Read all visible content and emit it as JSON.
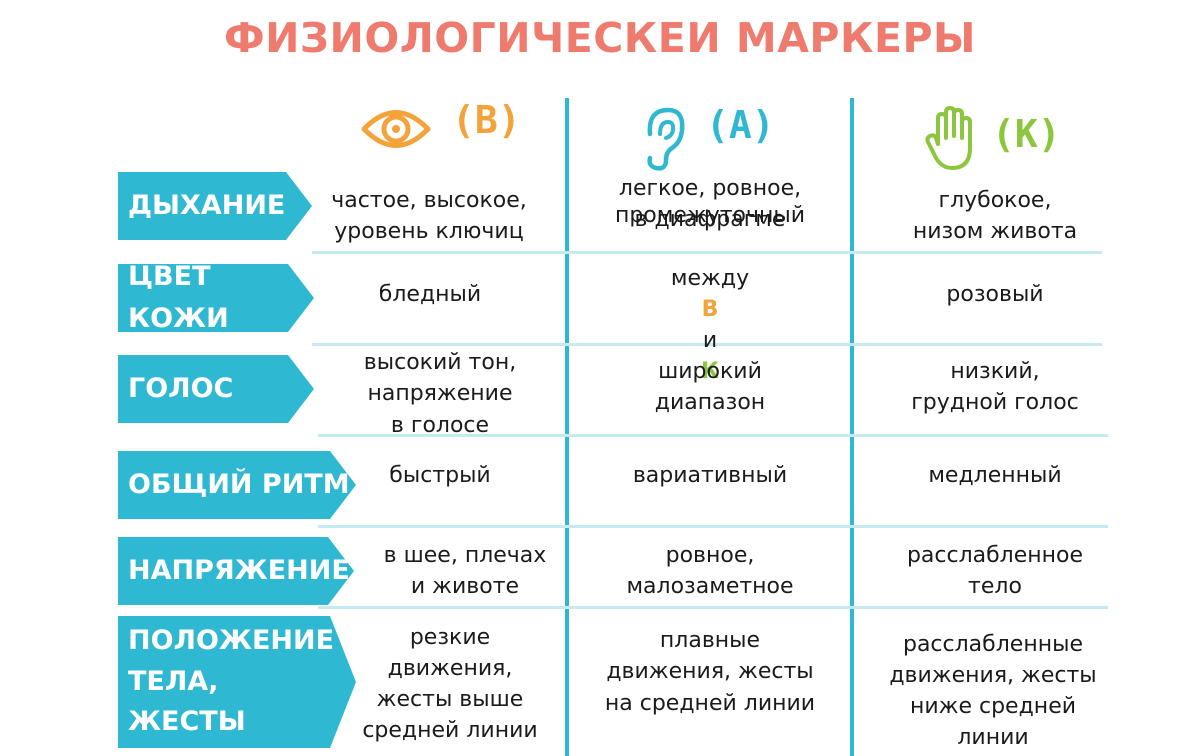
{
  "title": "ФИЗИОЛОГИЧЕСКЕИ МАРКЕРЫ",
  "columns": [
    {
      "letter": "(В)",
      "icon": "eye-icon",
      "color": "#f4a23a"
    },
    {
      "letter": "(А)",
      "icon": "ear-icon",
      "color": "#2fb8d2"
    },
    {
      "letter": "(К)",
      "icon": "hand-icon",
      "color": "#8cc63f"
    }
  ],
  "rows": [
    {
      "label": "ДЫХАНИЕ",
      "v": "частое, высокое,\nуровень ключиц",
      "a": "легкое, ровное,\nв диафрагме",
      "k": "глубокое,\nнизом живота"
    },
    {
      "label": "ЦВЕТ КОЖИ",
      "v": "бледный",
      "a_line1": "промежуточный",
      "a_between": "между",
      "a_v": "В",
      "a_and": "и",
      "a_k": "К",
      "k": "розовый"
    },
    {
      "label": "ГОЛОС",
      "v": "высокий тон,\nнапряжение\nв голосе",
      "a": "широкий\nдиапазон",
      "k": "низкий,\nгрудной голос"
    },
    {
      "label": "ОБЩИЙ РИТМ",
      "v": "быстрый",
      "a": "вариативный",
      "k": "медленный"
    },
    {
      "label": "НАПРЯЖЕНИЕ",
      "v": "в шее, плечах\nи животе",
      "a": "ровное,\nмалозаметное",
      "k": "расслабленное\nтело"
    },
    {
      "label": "ПОЛОЖЕНИЕ\nТЕЛА,\nЖЕСТЫ",
      "v": "резкие\nдвижения,\nжесты выше\nсредней линии",
      "a": "плавные\nдвижения, жесты\nна средней линии",
      "k": "расслабленные\nдвижения, жесты\nниже средней\nлинии"
    }
  ],
  "colors": {
    "title": "#ee7b6e",
    "accent": "#2fb8d2",
    "visual": "#f4a23a",
    "kinesthetic": "#8cc63f"
  }
}
